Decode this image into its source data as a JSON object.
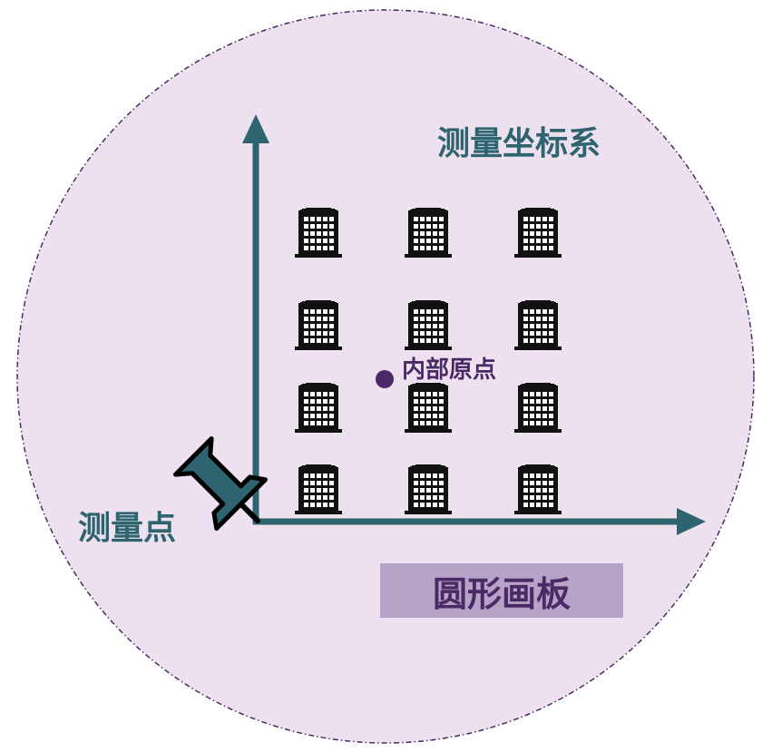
{
  "diagram": {
    "labels": {
      "coordinate_system": "测量坐标系",
      "survey_point": "测量点",
      "internal_origin": "内部原点",
      "board": "圆形画板"
    },
    "colors": {
      "board_fill": "#ede0ef",
      "board_border": "#4a2a66",
      "axis": "#2e6470",
      "pin": "#2e6470",
      "origin_dot": "#4a2a66",
      "building": "#111111",
      "label_box": "#b8a3c8"
    },
    "icons": {
      "building": "building-icon",
      "pin": "pushpin-icon"
    },
    "building_grid": {
      "rows": 4,
      "columns": 3
    }
  }
}
